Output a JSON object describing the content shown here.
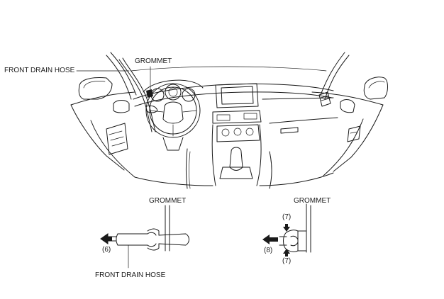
{
  "labels": {
    "top_grommet": "GROMMET",
    "top_front_drain_hose": "FRONT DRAIN HOSE",
    "left_grommet": "GROMMET",
    "left_step": "(6)",
    "left_front_drain_hose": "FRONT DRAIN HOSE",
    "right_grommet": "GROMMET",
    "right_step_top": "(7)",
    "right_step_bottom": "(7)",
    "right_step_pull": "(8)"
  },
  "colors": {
    "line": "#1a1a1a",
    "background": "#ffffff"
  },
  "icons": {
    "pull_arrow": "left-arrow-icon",
    "squeeze_arrow": "squeeze-arrow-icon"
  }
}
